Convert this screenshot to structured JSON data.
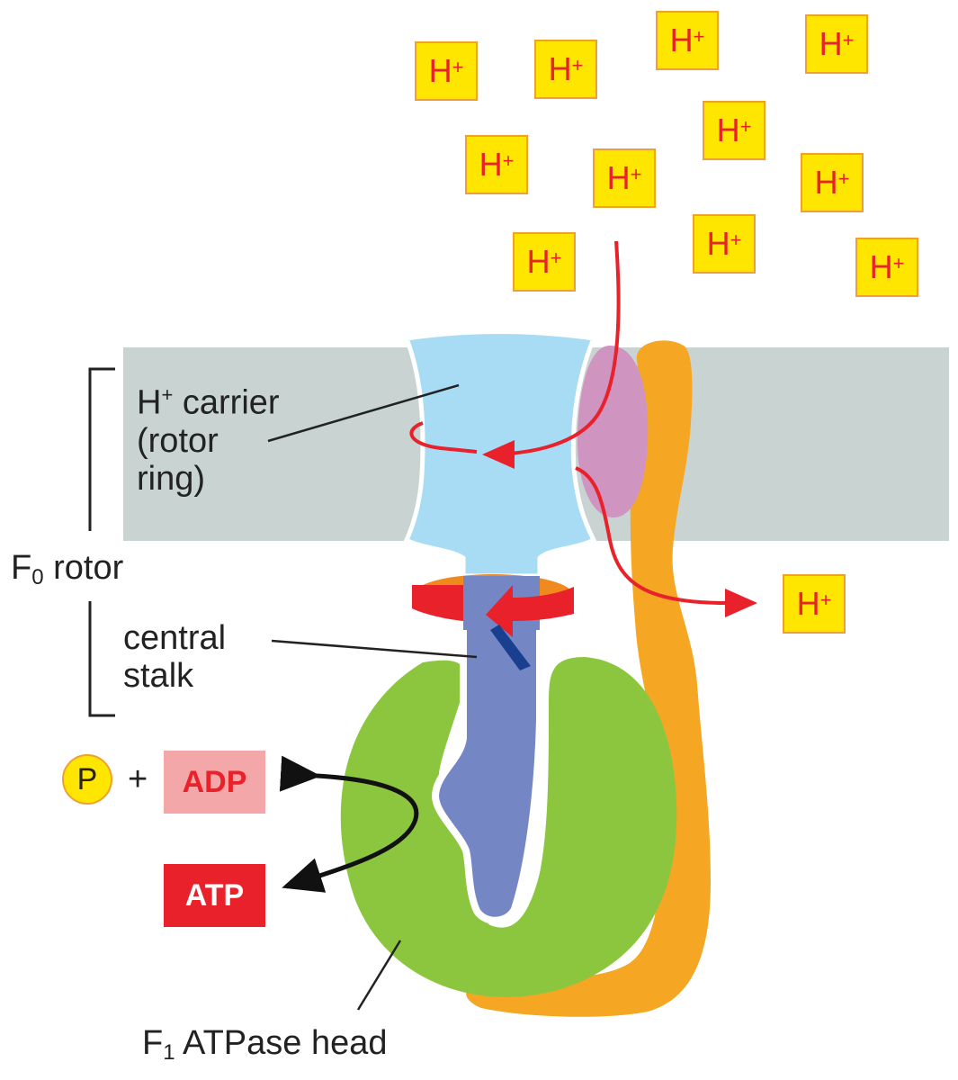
{
  "ions": {
    "symbol": "H",
    "charge": "+"
  },
  "labels": {
    "carrier_line1_prefix": "H",
    "carrier_line1_sup": "+",
    "carrier_line1_suffix": " carrier",
    "carrier_line2": "(rotor",
    "carrier_line3": "ring)",
    "f0_prefix": "F",
    "f0_sub": "0",
    "f0_suffix": " rotor",
    "stalk_line1": "central",
    "stalk_line2": "stalk",
    "f1_prefix": "F",
    "f1_sub": "1",
    "f1_suffix": " ATPase head"
  },
  "reaction": {
    "phosphate": "P",
    "plus": "+",
    "adp": "ADP",
    "atp": "ATP"
  },
  "colors": {
    "membrane": "#c9d4d2",
    "rotor_ring": "#a8dcf5",
    "stator_contact": "#cf95c0",
    "stator_arm": "#f5a623",
    "central_stalk": "#7487c4",
    "f1_head": "#8cc63f",
    "rotation_arrow": "#e8212a",
    "ion_fill": "#ffe600",
    "ion_text": "#e8212a"
  }
}
